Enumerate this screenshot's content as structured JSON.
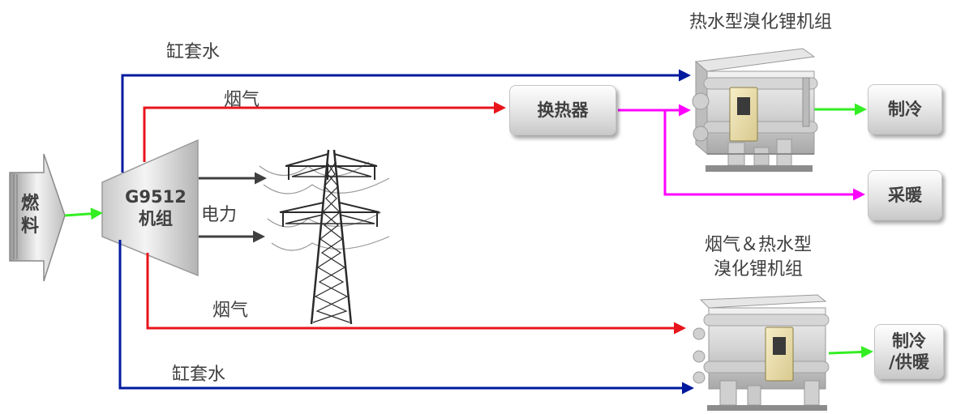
{
  "diagram": {
    "fuel_label": "燃料",
    "generator_label": "G9512\n机组",
    "power_label": "电力",
    "jacket_water_top": "缸套水",
    "flue_gas_top": "烟气",
    "flue_gas_bottom": "烟气",
    "jacket_water_bottom": "缸套水",
    "heat_exchanger": "换热器",
    "chiller1_title": "热水型溴化锂机组",
    "chiller2_title": "烟气＆热水型\n溴化锂机组",
    "out_cooling": "制冷",
    "out_heating": "采暖",
    "out_cool_heat": "制冷\n/供暖"
  },
  "colors": {
    "jacket_water": "#001a9e",
    "flue_gas": "#e8141b",
    "hot_water": "#ff00ff",
    "output": "#33ee22",
    "power": "#404040",
    "text": "#404040"
  }
}
